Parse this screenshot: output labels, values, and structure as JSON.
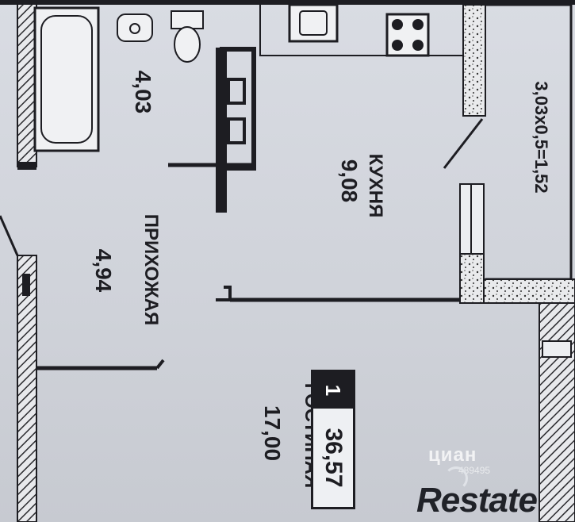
{
  "rooms": {
    "bathroom_area": "4,03",
    "kitchen_name": "КУХНЯ",
    "kitchen_area": "9,08",
    "hall_name": "ПРИХОЖАЯ",
    "hall_area": "4,94",
    "living_name": "ГОСТИНАЯ",
    "living_area": "17,00",
    "balcony_formula": "3,03х0,5=1,52"
  },
  "badge": {
    "rooms": "1",
    "total_area": "36,57"
  },
  "watermarks": {
    "cian": "циан",
    "listing_id": "489495",
    "brand": "Restate"
  },
  "colors": {
    "wall": "#1d1d22",
    "background": "#d3d6dd",
    "badge_fill": "#1d1d22"
  }
}
